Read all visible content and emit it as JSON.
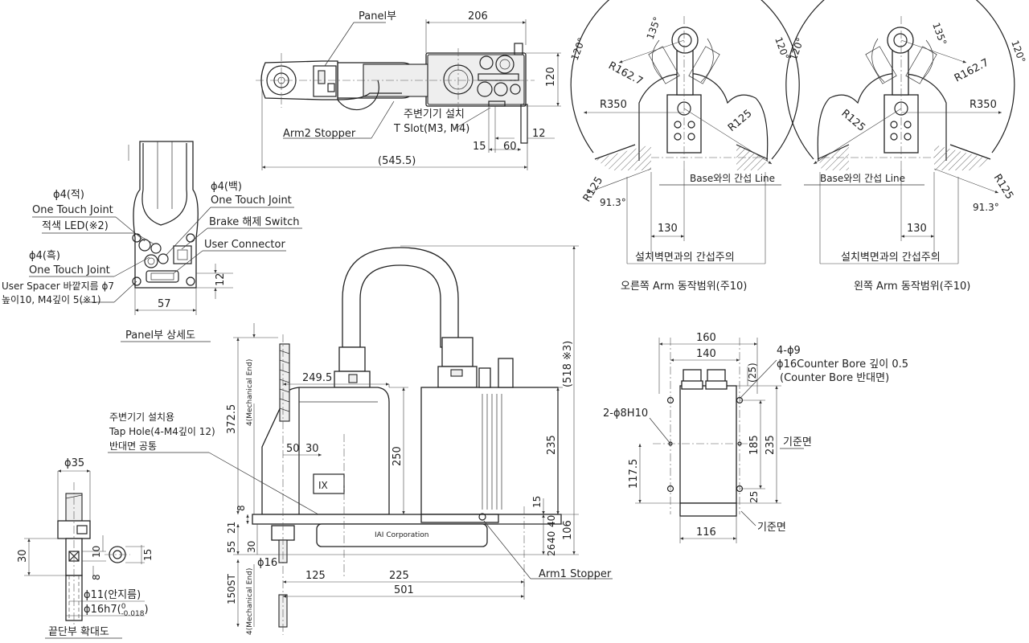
{
  "top_view": {
    "panel": "Panel부",
    "w206": "206",
    "h120": "120",
    "arm2_stopper": "Arm2 Stopper",
    "slot_title": "주변기기 설치",
    "slot_spec": "T Slot(M3, M4)",
    "d15": "15",
    "d60": "60",
    "d12": "12",
    "total": "(545.5)"
  },
  "panel_detail": {
    "red_size": "ϕ4(적)",
    "red_joint": "One Touch Joint",
    "red_led": "적색 LED(※2)",
    "black_size": "ϕ4(흑)",
    "black_joint": "One Touch Joint",
    "spacer_1": "User Spacer 바깥지름 ϕ7",
    "spacer_2": "높이10, M4깊이 5(※1)",
    "white_size": "ϕ4(백)",
    "white_joint": "One Touch Joint",
    "brake": "Brake 해제 Switch",
    "user_connector": "User Connector",
    "d12": "12",
    "d57": "57",
    "title": "Panel부 상세도"
  },
  "side_view": {
    "tap_1": "주변기기 설치용",
    "tap_2": "Tap Hole(4-M4깊이 12)",
    "tap_3": "반대면 공통",
    "d249": "249.5",
    "d372": "372.5",
    "mech_end_top": "4(Mechanical End)",
    "d250": "250",
    "d50": "50",
    "d30": "30",
    "d8": "8",
    "d21": "21",
    "d55": "55",
    "d30b": "30",
    "d16": "ϕ16",
    "d150st": "150ST",
    "mech_end_bottom": "4(Mechanical End)",
    "d125": "125",
    "d225": "225",
    "d501": "501",
    "d518": "(518 ※3)",
    "d235": "235",
    "d15": "15",
    "d40a": "40",
    "d40b": "40",
    "d26": "26",
    "d106": "106",
    "arm1_stopper": "Arm1 Stopper",
    "logo": "IX",
    "brand": "IAI Corporation"
  },
  "tip_detail": {
    "d35": "ϕ35",
    "d30": "30",
    "d10": "10",
    "d15": "15",
    "d8": "8",
    "d11": "ϕ11(안지름)",
    "d16": "ϕ16h7(",
    "tol_upper": "0",
    "tol_lower": "-0.018",
    "tol_close": ")",
    "title": "끝단부 확대도"
  },
  "right_range": {
    "a120_left": "120°",
    "a135": "135°",
    "a120_right": "120°",
    "r162": "R162.7",
    "r350": "R350",
    "r125_top": "R125",
    "r125_bottom": "R125",
    "a91": "91.3°",
    "base_line": "Base와의 간섭 Line",
    "d130": "130",
    "wall_note": "설치벽면과의 간섭주의",
    "title": "오른쪽 Arm 동작범위(주10)"
  },
  "left_range": {
    "a120_left": "120°",
    "a135": "135°",
    "a120_right": "120°",
    "r162": "R162.7",
    "r350": "R350",
    "r125_top": "R125",
    "r125_bottom": "R125",
    "a91": "91.3°",
    "base_line": "Base와의 간섭 Line",
    "d130": "130",
    "wall_note": "설치벽면과의 간섭주의",
    "title": "왼쪽 Arm 동작범위(주10)"
  },
  "base_view": {
    "d160": "160",
    "d140": "140",
    "holes": "4-ϕ9",
    "cbore_1": "ϕ16Counter Bore 깊이 0.5",
    "cbore_2": "(Counter Bore 반대면)",
    "d25a": "(25)",
    "pin": "2-ϕ8H10",
    "d117": "117.5",
    "d185": "185",
    "d235": "235",
    "ref_a": "기준면",
    "d25b": "25",
    "ref_b": "기준면",
    "d116": "116"
  }
}
